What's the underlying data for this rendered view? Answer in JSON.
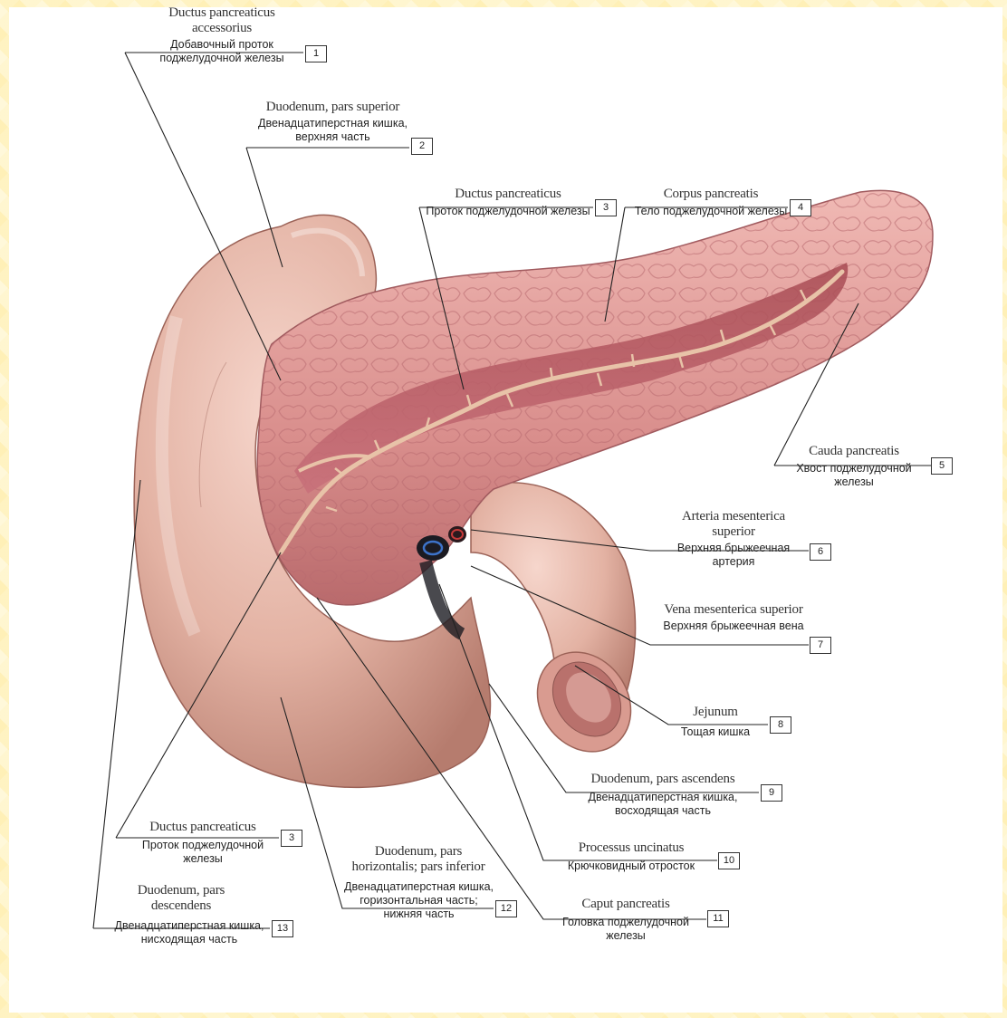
{
  "labels": [
    {
      "num": "1",
      "lat": "Ductus pancreaticus accessorius",
      "rus": "Добавочный проток поджелудочной железы"
    },
    {
      "num": "2",
      "lat": "Duodenum, pars superior",
      "rus": "Двенадцатиперстная кишка, верхняя часть"
    },
    {
      "num": "3",
      "lat": "Ductus pancreaticus",
      "rus": "Проток поджелудочной железы"
    },
    {
      "num": "4",
      "lat": "Corpus pancreatis",
      "rus": "Тело поджелудочной железы"
    },
    {
      "num": "5",
      "lat": "Cauda pancreatis",
      "rus": "Хвост поджелудочной железы"
    },
    {
      "num": "6",
      "lat": "Arteria mesenterica superior",
      "rus": "Верхняя брыжеечная артерия"
    },
    {
      "num": "7",
      "lat": "Vena mesenterica superior",
      "rus": "Верхняя брыжеечная вена"
    },
    {
      "num": "8",
      "lat": "Jejunum",
      "rus": "Тощая кишка"
    },
    {
      "num": "9",
      "lat": "Duodenum, pars ascendens",
      "rus": "Двенадцатиперстная кишка, восходящая часть"
    },
    {
      "num": "10",
      "lat": "Processus uncinatus",
      "rus": "Крючковидный отросток"
    },
    {
      "num": "11",
      "lat": "Caput pancreatis",
      "rus": "Головка поджелудочной железы"
    },
    {
      "num": "12",
      "lat": "Duodenum, pars horizontalis; pars inferior",
      "rus": "Двенадцатиперстная кишка, горизонтальная часть; нижняя часть"
    },
    {
      "num": "3",
      "lat": "Ductus pancreaticus",
      "rus": "Проток поджелудочной железы"
    },
    {
      "num": "13",
      "lat": "Duodenum, pars descendens",
      "rus": "Двенадцатиперстная кишка, нисходящая часть"
    }
  ]
}
